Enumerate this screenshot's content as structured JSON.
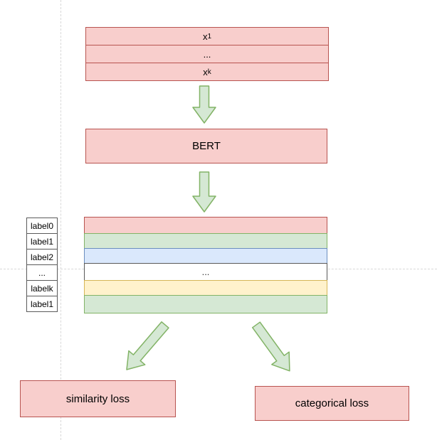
{
  "diagram": {
    "input_stack": {
      "rows": [
        {
          "base": "x",
          "sub": "1"
        },
        {
          "base": "...",
          "sub": ""
        },
        {
          "base": "x",
          "sub": "k"
        }
      ]
    },
    "bert": {
      "label": "BERT"
    },
    "label_column": {
      "items": [
        "label0",
        "label1",
        "label2",
        "...",
        "labelk",
        "label1"
      ]
    },
    "embedding_stack": {
      "rows": [
        {
          "text": "",
          "color_name": "red"
        },
        {
          "text": "",
          "color_name": "green"
        },
        {
          "text": "",
          "color_name": "blue"
        },
        {
          "text": "...",
          "color_name": "white"
        },
        {
          "text": "",
          "color_name": "yellow"
        },
        {
          "text": "",
          "color_name": "green"
        }
      ]
    },
    "loss_boxes": {
      "similarity": "similarity loss",
      "categorical": "categorical loss"
    },
    "colors": {
      "box_fill_red": "#f8cecc",
      "box_stroke_red": "#b85450",
      "row_fill_green": "#d5e8d4",
      "row_stroke_green": "#82b366",
      "row_fill_blue": "#dae8fc",
      "row_stroke_blue": "#6c8ebf",
      "row_fill_yellow": "#fff2cc",
      "row_stroke_yellow": "#d6b656",
      "row_fill_white": "#ffffff",
      "row_stroke_white": "#595959",
      "arrow_fill": "#d5e8d4",
      "arrow_stroke": "#82b366",
      "guide_line": "#d8d8d8"
    }
  }
}
